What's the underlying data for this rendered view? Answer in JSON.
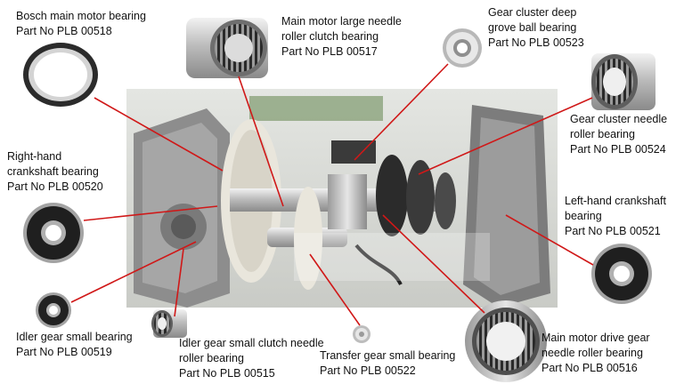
{
  "colors": {
    "leader": "#d01818",
    "motor_body": "#b9b9b9",
    "gear_white": "#e9e6dc",
    "gear_black": "#2b2b2b",
    "backdrop": "#dadcd8"
  },
  "labels": [
    {
      "id": "bosch-main-motor",
      "lines": [
        "Bosch main motor bearing",
        "Part No PLB 00518"
      ]
    },
    {
      "id": "main-motor-large-needle",
      "lines": [
        "Main motor large needle",
        "roller clutch bearing",
        "Part No PLB 00517"
      ]
    },
    {
      "id": "gear-cluster-deep-groove",
      "lines": [
        "Gear cluster deep",
        "grove ball bearing",
        "Part No PLB 00523"
      ]
    },
    {
      "id": "gear-cluster-needle",
      "lines": [
        "Gear cluster needle",
        "roller bearing",
        "Part No PLB 00524"
      ]
    },
    {
      "id": "right-hand-crankshaft",
      "lines": [
        "Right-hand",
        "crankshaft bearing",
        "Part No PLB 00520"
      ]
    },
    {
      "id": "left-hand-crankshaft",
      "lines": [
        "Left-hand crankshaft",
        "bearing",
        "Part No PLB 00521"
      ]
    },
    {
      "id": "idler-gear-small",
      "lines": [
        "Idler gear small bearing",
        "Part No PLB 00519"
      ]
    },
    {
      "id": "idler-gear-small-clutch",
      "lines": [
        "Idler gear small clutch needle",
        "roller bearing",
        "Part No PLB 00515"
      ]
    },
    {
      "id": "transfer-gear-small",
      "lines": [
        "Transfer gear small bearing",
        "Part No PLB 00522"
      ]
    },
    {
      "id": "main-motor-drive-gear",
      "lines": [
        "Main motor drive gear",
        "needle roller bearing",
        "Part No PLB 00516"
      ]
    }
  ]
}
